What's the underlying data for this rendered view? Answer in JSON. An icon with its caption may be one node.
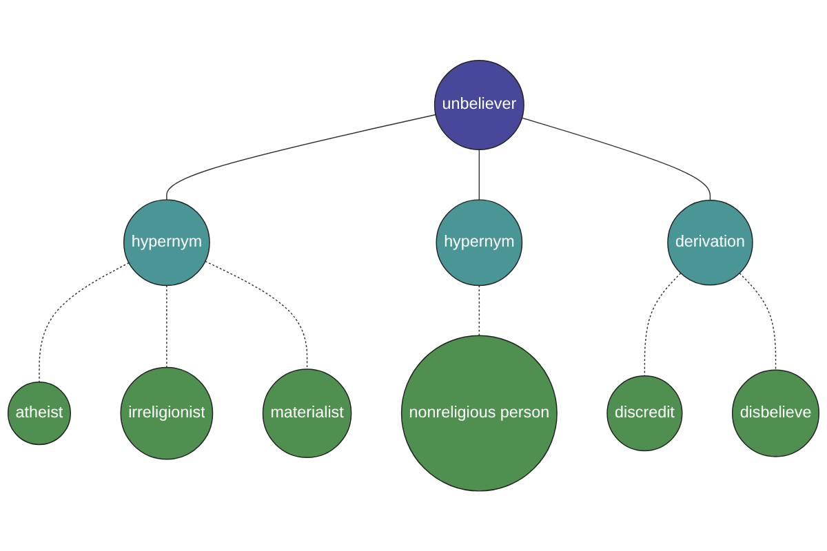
{
  "diagram": {
    "nodes": [
      {
        "text": [
          "atheist"
        ]
      },
      {
        "text": [
          "irreligionist"
        ]
      },
      {
        "text": [
          "materialist"
        ]
      },
      {
        "text": [
          "hypernym"
        ]
      },
      {
        "text": [
          "nonreligious person"
        ]
      },
      {
        "text": [
          "hypernym"
        ]
      },
      {
        "text": [
          "unbeliever"
        ]
      },
      {
        "text": [
          "derivation"
        ]
      },
      {
        "text": [
          "discredit"
        ]
      },
      {
        "text": [
          "disbelieve"
        ]
      }
    ],
    "edges": [
      {
        "from": 6,
        "to": 3,
        "arrow": "none"
      },
      {
        "from": 3,
        "to": 0,
        "arrow": "none",
        "style": "dashed"
      },
      {
        "from": 3,
        "to": 1,
        "arrow": "none",
        "style": "dashed"
      },
      {
        "from": 3,
        "to": 2,
        "arrow": "none",
        "style": "dashed"
      },
      {
        "from": 6,
        "to": 5,
        "arrow": "none"
      },
      {
        "from": 5,
        "to": 4,
        "arrow": "none",
        "style": "dashed"
      },
      {
        "from": 6,
        "to": 7,
        "arrow": "none"
      },
      {
        "from": 7,
        "to": 8,
        "arrow": "none",
        "style": "dashed"
      },
      {
        "from": 7,
        "to": 9,
        "arrow": "none",
        "style": "dashed"
      }
    ]
  }
}
